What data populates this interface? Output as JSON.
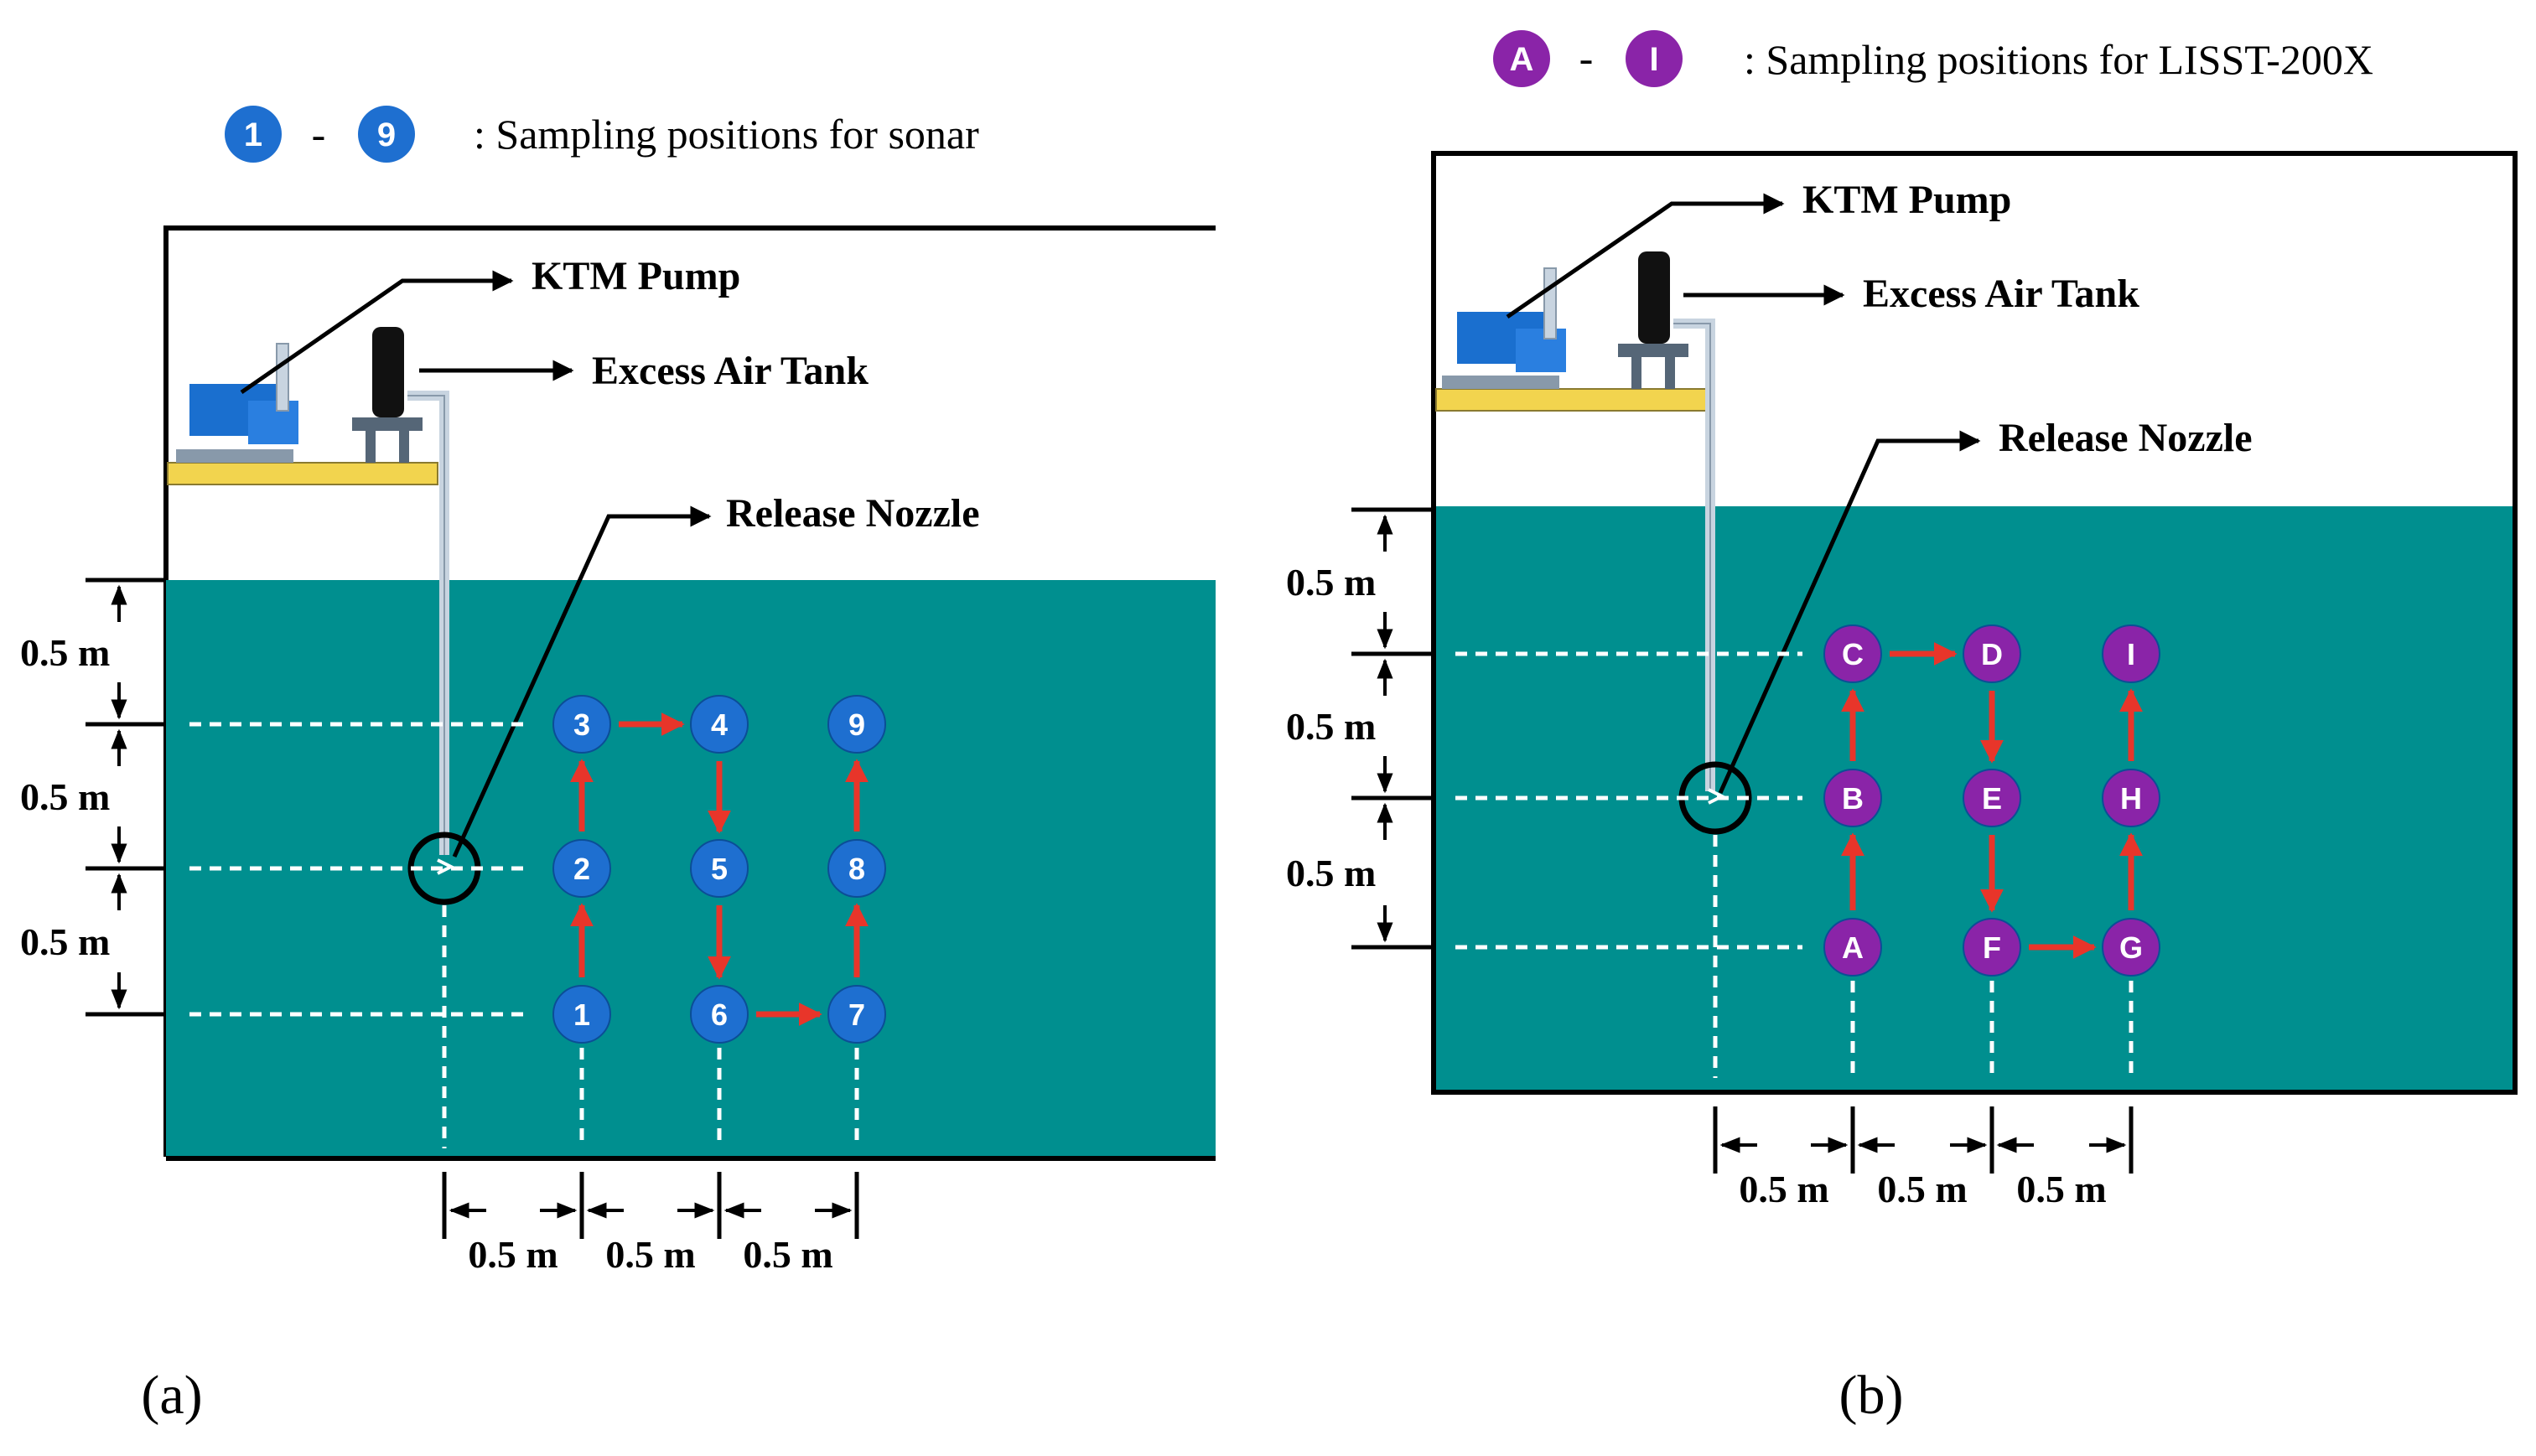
{
  "colors": {
    "water": "#008f8f",
    "sonar_marker": "#1e6fd0",
    "lisst_marker": "#8a24a8",
    "path_arrow": "#e8352a",
    "pump_blue": "#1a6fcf",
    "base_yellow": "#f2d44e"
  },
  "panel_a": {
    "legend": {
      "first": "1",
      "dash": "-",
      "last": "9",
      "text": ": Sampling positions for sonar"
    },
    "labels": {
      "pump": "KTM Pump",
      "tank": "Excess Air Tank",
      "nozzle": "Release Nozzle"
    },
    "vertical_spacing": [
      "0.5 m",
      "0.5 m",
      "0.5 m"
    ],
    "horizontal_spacing": [
      "0.5 m",
      "0.5 m",
      "0.5 m"
    ],
    "points": [
      {
        "id": "1",
        "column": 1,
        "row": 3
      },
      {
        "id": "2",
        "column": 1,
        "row": 2
      },
      {
        "id": "3",
        "column": 1,
        "row": 1
      },
      {
        "id": "4",
        "column": 2,
        "row": 1
      },
      {
        "id": "5",
        "column": 2,
        "row": 2
      },
      {
        "id": "6",
        "column": 2,
        "row": 3
      },
      {
        "id": "7",
        "column": 3,
        "row": 3
      },
      {
        "id": "8",
        "column": 3,
        "row": 2
      },
      {
        "id": "9",
        "column": 3,
        "row": 1
      }
    ],
    "caption": "(a)"
  },
  "panel_b": {
    "legend": {
      "first": "A",
      "dash": "-",
      "last": "I",
      "text": ": Sampling positions for LISST-200X"
    },
    "labels": {
      "pump": "KTM Pump",
      "tank": "Excess Air Tank",
      "nozzle": "Release Nozzle"
    },
    "vertical_spacing": [
      "0.5 m",
      "0.5 m",
      "0.5 m"
    ],
    "horizontal_spacing": [
      "0.5 m",
      "0.5 m",
      "0.5 m"
    ],
    "points": [
      {
        "id": "A",
        "column": 1,
        "row": 3
      },
      {
        "id": "B",
        "column": 1,
        "row": 2
      },
      {
        "id": "C",
        "column": 1,
        "row": 1
      },
      {
        "id": "D",
        "column": 2,
        "row": 1
      },
      {
        "id": "E",
        "column": 2,
        "row": 2
      },
      {
        "id": "F",
        "column": 2,
        "row": 3
      },
      {
        "id": "G",
        "column": 3,
        "row": 3
      },
      {
        "id": "H",
        "column": 3,
        "row": 2
      },
      {
        "id": "I",
        "column": 3,
        "row": 1
      }
    ],
    "caption": "(b)"
  }
}
